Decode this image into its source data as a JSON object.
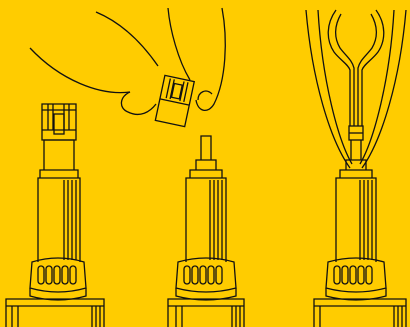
{
  "figure": {
    "background": "#FFCC00",
    "stroke": "#111111",
    "panel_fill": "#FFFFFF",
    "step_count": 3,
    "steps": [
      {
        "name": "step-1-device-with-cap"
      },
      {
        "name": "step-2-remove-cap-by-hand"
      },
      {
        "name": "step-3-open-tube-inserted"
      }
    ]
  }
}
